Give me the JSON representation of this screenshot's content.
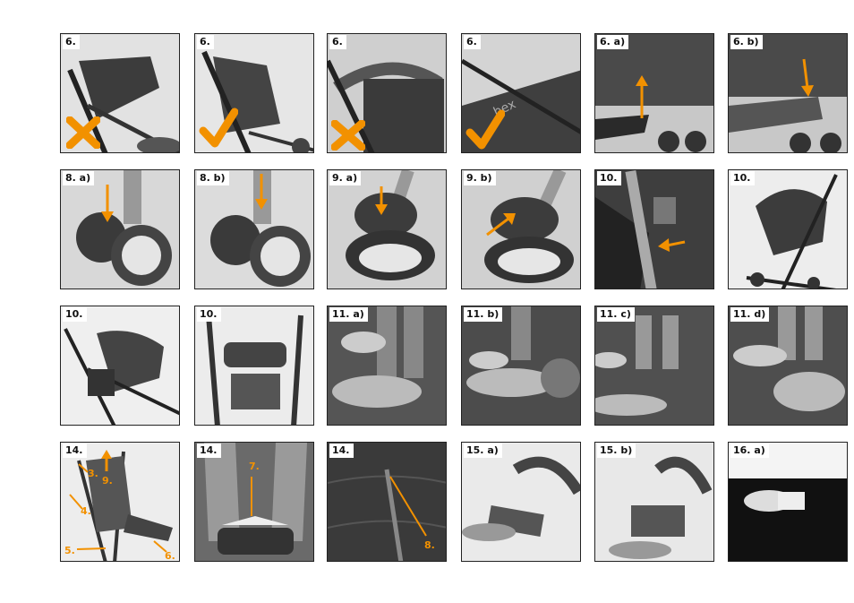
{
  "colors": {
    "accent": "#f29100",
    "border": "#222222",
    "photo_light": "#d6d6d6",
    "photo_dark": "#3a3a3a"
  },
  "panels": [
    {
      "label": "6.",
      "icon": "cross-icon"
    },
    {
      "label": "6.",
      "icon": "check-icon"
    },
    {
      "label": "6.",
      "icon": "cross-icon"
    },
    {
      "label": "6.",
      "icon": "check-icon"
    },
    {
      "label": "6. a)",
      "icon": "arrow-up-icon"
    },
    {
      "label": "6. b)",
      "icon": "arrow-down-icon"
    },
    {
      "label": "8. a)",
      "icon": "arrow-down-icon"
    },
    {
      "label": "8. b)",
      "icon": "arrow-down-icon"
    },
    {
      "label": "9. a)",
      "icon": "arrow-down-icon"
    },
    {
      "label": "9. b)",
      "icon": "arrow-up-right-icon"
    },
    {
      "label": "10.",
      "icon": "arrow-left-icon"
    },
    {
      "label": "10.",
      "icon": ""
    },
    {
      "label": "10.",
      "icon": ""
    },
    {
      "label": "10.",
      "icon": ""
    },
    {
      "label": "11. a)",
      "icon": ""
    },
    {
      "label": "11. b)",
      "icon": ""
    },
    {
      "label": "11. c)",
      "icon": ""
    },
    {
      "label": "11. d)",
      "icon": ""
    },
    {
      "label": "14.",
      "callouts": [
        "3.",
        "9.",
        "4.",
        "5.",
        "6."
      ]
    },
    {
      "label": "14.",
      "callouts": [
        "7."
      ]
    },
    {
      "label": "14.",
      "callouts": [
        "8."
      ]
    },
    {
      "label": "15. a)",
      "icon": ""
    },
    {
      "label": "15. b)",
      "icon": ""
    },
    {
      "label": "16. a)",
      "icon": ""
    }
  ]
}
